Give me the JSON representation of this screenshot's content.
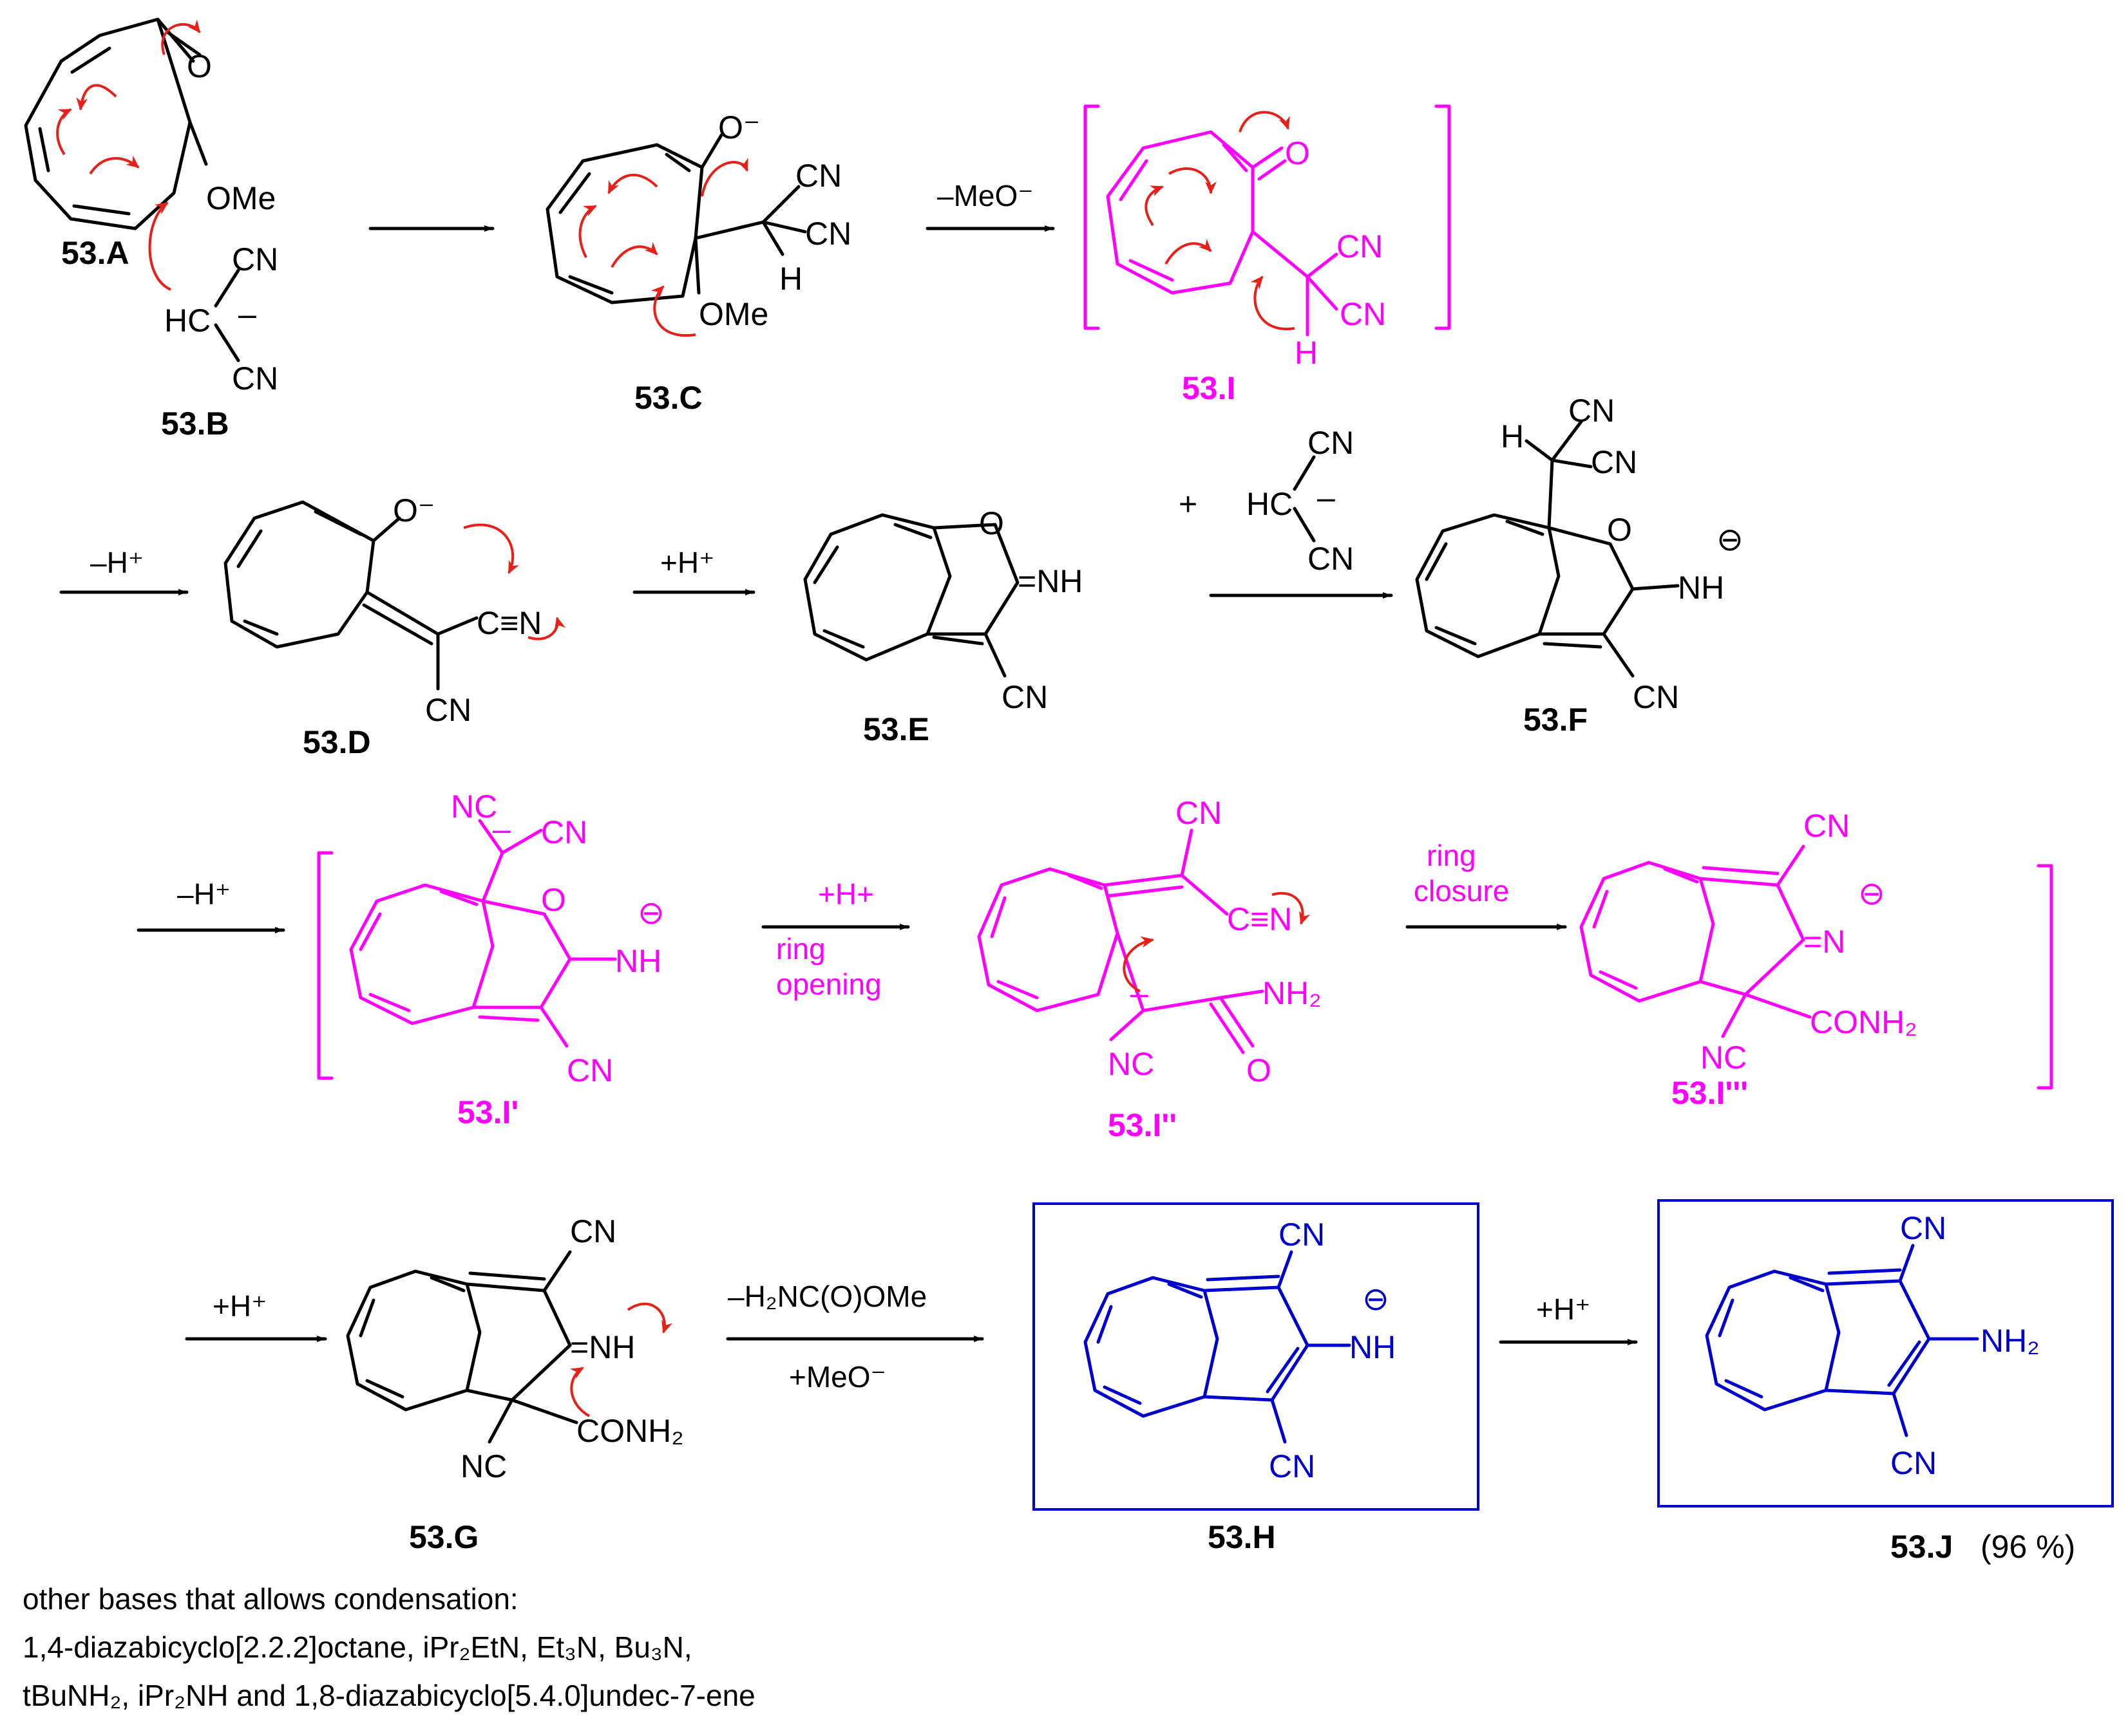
{
  "colors": {
    "normal": "#000000",
    "intermediate": "#ff00ff",
    "product": "#0000cc",
    "arrow_push": "#e8201a"
  },
  "compounds": {
    "A": "53.A",
    "B": "53.B",
    "C": "53.C",
    "I": "53.I",
    "D": "53.D",
    "E": "53.E",
    "F": "53.F",
    "I1": "53.I'",
    "I2": "53.I''",
    "I3": "53.I'''",
    "G": "53.G",
    "H": "53.H",
    "J": "53.J",
    "J_yield": "(96 %)"
  },
  "arrows": {
    "a2": "–MeO⁻",
    "a3": "–H⁺",
    "a4": "+H⁺",
    "a6": "–H⁺",
    "a7_top": "+H+",
    "a7_bot1": "ring",
    "a7_bot2": "opening",
    "a8_top1": "ring",
    "a8_top2": "closure",
    "a9": "+H⁺",
    "a10_top": "–H₂NC(O)OMe",
    "a10_bot": "+MeO⁻",
    "a11": "+H⁺",
    "plus": "+"
  },
  "atoms": {
    "O": "O",
    "Ominus": "O⁻",
    "OMe": "OMe",
    "CN": "CN",
    "NC": "NC",
    "H": "H",
    "HC": "HC",
    "minus": "–",
    "NH": "NH",
    "eqNH": "=NH",
    "N": "N",
    "NH2": "NH₂",
    "CONH2": "CONH₂",
    "CN_triple": "C≡N",
    "eqN": "=N",
    "circ_minus": "⊖"
  },
  "note": {
    "line1": "other bases that allows condensation:",
    "line2": "1,4-diazabicyclo[2.2.2]octane, iPr₂EtN, Et₃N, Bu₃N,",
    "line3": "tBuNH₂, iPr₂NH and 1,8-diazabicyclo[5.4.0]undec-7-ene"
  }
}
